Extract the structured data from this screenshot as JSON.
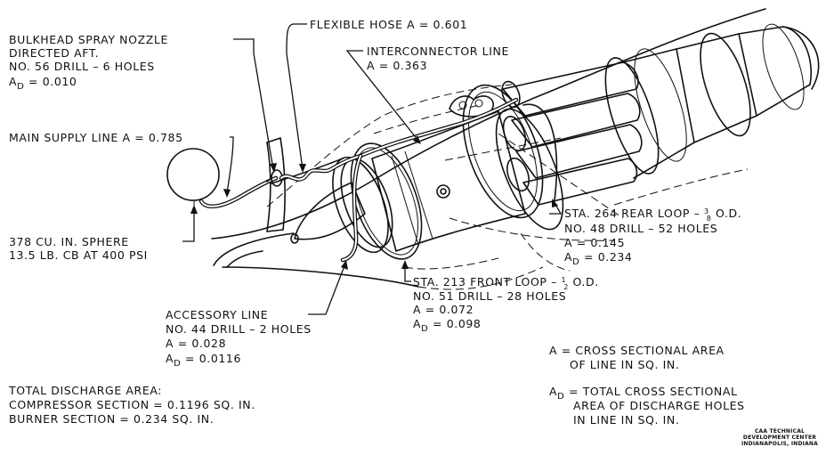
{
  "labels": {
    "flexible_hose": "FLEXIBLE HOSE  A = 0.601",
    "bulkhead": {
      "line1": "BULKHEAD  SPRAY  NOZZLE",
      "line2": "DIRECTED  AFT.",
      "line3": "NO. 56  DRILL – 6  HOLES",
      "line4_prefix": "A",
      "line4_sub": "D",
      "line4_value": " = 0.010"
    },
    "interconnector": {
      "line1": "INTERCONNECTOR  LINE",
      "line2": "A = 0.363"
    },
    "main_supply": "MAIN  SUPPLY  LINE  A = 0.785",
    "sphere": {
      "line1": "378  CU.  IN.  SPHERE",
      "line2": "13.5  LB.  CB  AT  400  PSI"
    },
    "rear_loop": {
      "line1_prefix": "STA.  264  REAR  LOOP – ",
      "frac_num": "3",
      "frac_den": "8",
      "line1_suffix": " O.D.",
      "line2": "NO. 48  DRILL – 52  HOLES",
      "line3": "A = 0.145",
      "line4_prefix": "A",
      "line4_sub": "D",
      "line4_value": " = 0.234"
    },
    "front_loop": {
      "line1_prefix": "STA.  213  FRONT  LOOP – ",
      "frac_num": "1",
      "frac_den": "2",
      "line1_suffix": " O.D.",
      "line2": "NO. 51  DRILL – 28  HOLES",
      "line3": "A = 0.072",
      "line4_prefix": "A",
      "line4_sub": "D",
      "line4_value": " = 0.098"
    },
    "accessory": {
      "line1": "ACCESSORY  LINE",
      "line2": "NO. 44  DRILL – 2  HOLES",
      "line3": "A = 0.028",
      "line4_prefix": "A",
      "line4_sub": "D",
      "line4_value": " = 0.0116"
    },
    "total": {
      "line1": "TOTAL  DISCHARGE  AREA:",
      "line2": "COMPRESSOR  SECTION = 0.1196  SQ.  IN.",
      "line3": "BURNER  SECTION = 0.234  SQ.  IN."
    },
    "legend_a": {
      "line1": "A = CROSS  SECTIONAL  AREA",
      "line2": "OF  LINE  IN  SQ.  IN."
    },
    "legend_ad": {
      "prefix": "A",
      "sub": "D",
      "line1_rest": " = TOTAL  CROSS  SECTIONAL",
      "line2": "AREA  OF  DISCHARGE  HOLES",
      "line3": "IN  LINE  IN  SQ.  IN."
    },
    "stamp": {
      "line1": "CAA TECHNICAL",
      "line2": "DEVELOPMENT CENTER",
      "line3": "INDIANAPOLIS, INDIANA"
    }
  }
}
